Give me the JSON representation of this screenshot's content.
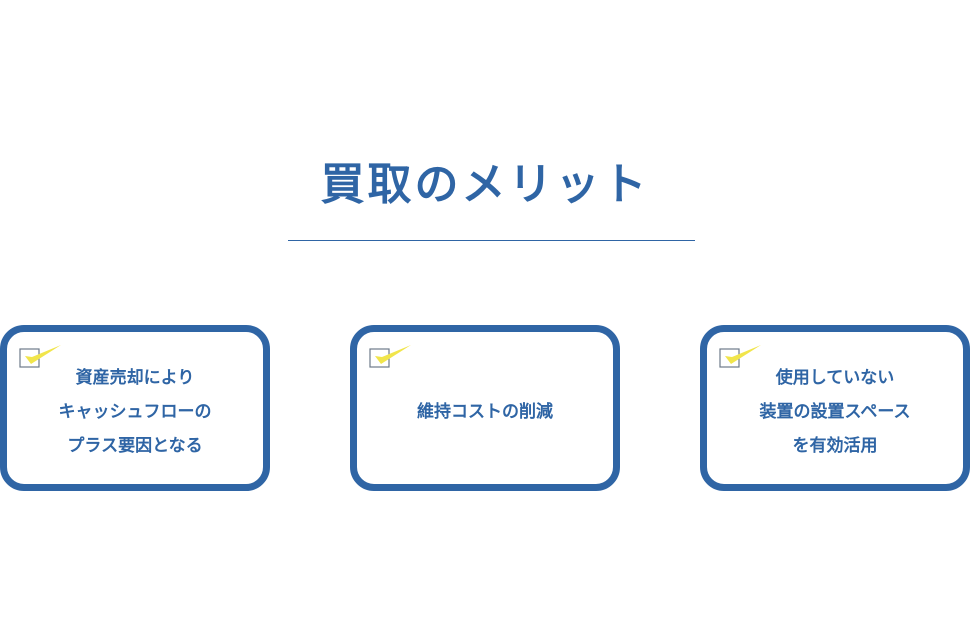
{
  "section": {
    "title": "買取のメリット"
  },
  "cards": [
    {
      "lines": [
        "資産売却により",
        "キャッシュフローの",
        "プラス要因となる"
      ]
    },
    {
      "lines": [
        "維持コストの削減"
      ]
    },
    {
      "lines": [
        "使用していない",
        "装置の設置スペース",
        "を有効活用"
      ]
    }
  ],
  "colors": {
    "accent": "#2f65a5",
    "check": "#f1e54b"
  },
  "icons": {
    "card_check": "checkbox-check-icon"
  }
}
